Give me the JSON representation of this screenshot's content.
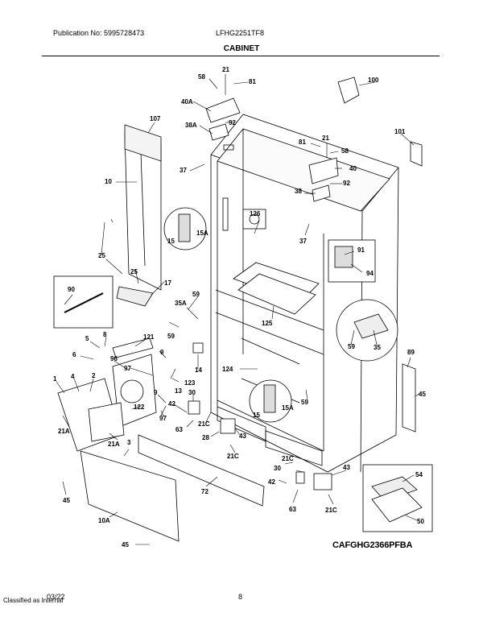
{
  "header": {
    "publication": "Publication No: 5995728473",
    "model": "LFHG2251TF8",
    "section_title": "CABINET"
  },
  "callouts": [
    {
      "id": "58"
    },
    {
      "id": "21"
    },
    {
      "id": "81"
    },
    {
      "id": "100"
    },
    {
      "id": "40A"
    },
    {
      "id": "92"
    },
    {
      "id": "107"
    },
    {
      "id": "38A"
    },
    {
      "id": "101"
    },
    {
      "id": "81"
    },
    {
      "id": "21"
    },
    {
      "id": "58"
    },
    {
      "id": "40"
    },
    {
      "id": "37"
    },
    {
      "id": "10"
    },
    {
      "id": "92"
    },
    {
      "id": "38"
    },
    {
      "id": "126"
    },
    {
      "id": "15A"
    },
    {
      "id": "15"
    },
    {
      "id": "37"
    },
    {
      "id": "91"
    },
    {
      "id": "25"
    },
    {
      "id": "25"
    },
    {
      "id": "94"
    },
    {
      "id": "90"
    },
    {
      "id": "17"
    },
    {
      "id": "59"
    },
    {
      "id": "35A"
    },
    {
      "id": "125"
    },
    {
      "id": "59"
    },
    {
      "id": "5"
    },
    {
      "id": "8"
    },
    {
      "id": "121"
    },
    {
      "id": "59"
    },
    {
      "id": "35"
    },
    {
      "id": "6"
    },
    {
      "id": "96"
    },
    {
      "id": "9"
    },
    {
      "id": "14"
    },
    {
      "id": "89"
    },
    {
      "id": "97"
    },
    {
      "id": "124"
    },
    {
      "id": "1"
    },
    {
      "id": "4"
    },
    {
      "id": "2"
    },
    {
      "id": "123"
    },
    {
      "id": "13"
    },
    {
      "id": "9"
    },
    {
      "id": "30"
    },
    {
      "id": "59"
    },
    {
      "id": "45"
    },
    {
      "id": "15"
    },
    {
      "id": "15A"
    },
    {
      "id": "122"
    },
    {
      "id": "42"
    },
    {
      "id": "97"
    },
    {
      "id": "63"
    },
    {
      "id": "21C"
    },
    {
      "id": "28"
    },
    {
      "id": "43"
    },
    {
      "id": "21A"
    },
    {
      "id": "21A"
    },
    {
      "id": "3"
    },
    {
      "id": "21C"
    },
    {
      "id": "30"
    },
    {
      "id": "21C"
    },
    {
      "id": "43"
    },
    {
      "id": "42"
    },
    {
      "id": "54"
    },
    {
      "id": "72"
    },
    {
      "id": "63"
    },
    {
      "id": "21C"
    },
    {
      "id": "45"
    },
    {
      "id": "10A"
    },
    {
      "id": "50"
    },
    {
      "id": "45"
    }
  ],
  "drawing_code": "CAFGHG2366PFBA",
  "footer": {
    "date": "03/22",
    "classification": "Classified as Internal",
    "page": "8"
  }
}
